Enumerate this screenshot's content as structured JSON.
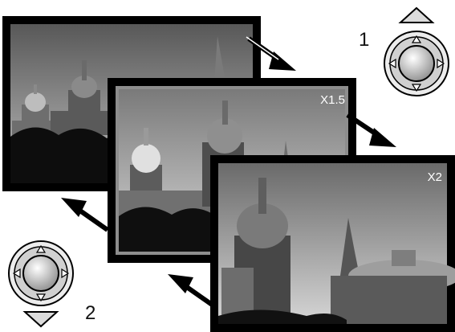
{
  "frames": [
    {
      "zoom_label": ""
    },
    {
      "zoom_label": "X1.5"
    },
    {
      "zoom_label": "X2"
    }
  ],
  "steps": {
    "zoom_in": {
      "number": "1",
      "control_icon": "four-way-controller-up-pressed-icon"
    },
    "zoom_out": {
      "number": "2",
      "control_icon": "four-way-controller-down-pressed-icon"
    }
  },
  "colors": {
    "frame_border": "#000000",
    "sky_top": "#6b6b6b",
    "sky_bottom": "#cfcfcf",
    "building": "#3a3a3a",
    "foliage": "#0e0e0e",
    "controller_ring": "#d6d6d6",
    "center_button": "#b5b5b5"
  }
}
